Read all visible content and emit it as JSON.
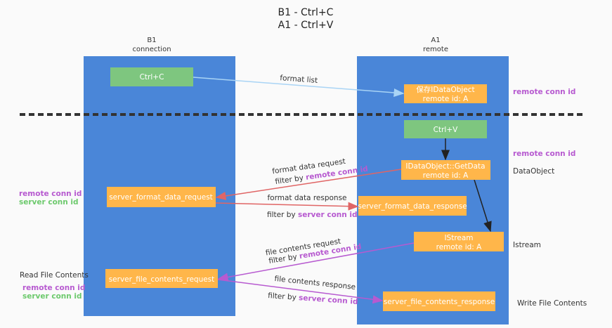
{
  "title": {
    "line1": "B1 - Ctrl+C",
    "line2": "A1 - Ctrl+V"
  },
  "columns": [
    {
      "name": "B1",
      "sub": "connection"
    },
    {
      "name": "A1",
      "sub": "remote"
    }
  ],
  "boxes": {
    "ctrl_c": "Ctrl+C",
    "save_obj": [
      "保存IDataObject",
      "remote id: A"
    ],
    "ctrl_v": "Ctrl+V",
    "getdata": [
      "IDataObject::GetData",
      "remote id: A"
    ],
    "fmt_req": "server_format_data_request",
    "fmt_resp": "server_format_data_response",
    "istream": [
      "IStream",
      "remote id: A"
    ],
    "file_req": "server_file_contents_request",
    "file_resp": "server_file_contents_response"
  },
  "arrows": {
    "format_list": "format list",
    "fmt_req": "format data request",
    "fmt_resp": "format data response",
    "file_req": "file contents request",
    "file_resp": "file contents response",
    "filter_by": "filter by",
    "remote_conn": "remote conn id",
    "server_conn": "server conn id"
  },
  "side": {
    "remote_conn_id": "remote conn id",
    "server_conn_id": "server conn id",
    "dataobject": "DataObject",
    "istream": "Istream",
    "read": "Read File Contents",
    "write": "Write File Contents"
  },
  "colors": {
    "column": "#4a86d8",
    "box": "#ffb64a",
    "green_box": "#7ec67f",
    "purple": "#b75ad0",
    "green": "#6cc96c",
    "red": "#e06565",
    "light_blue": "#a9d4f5"
  }
}
